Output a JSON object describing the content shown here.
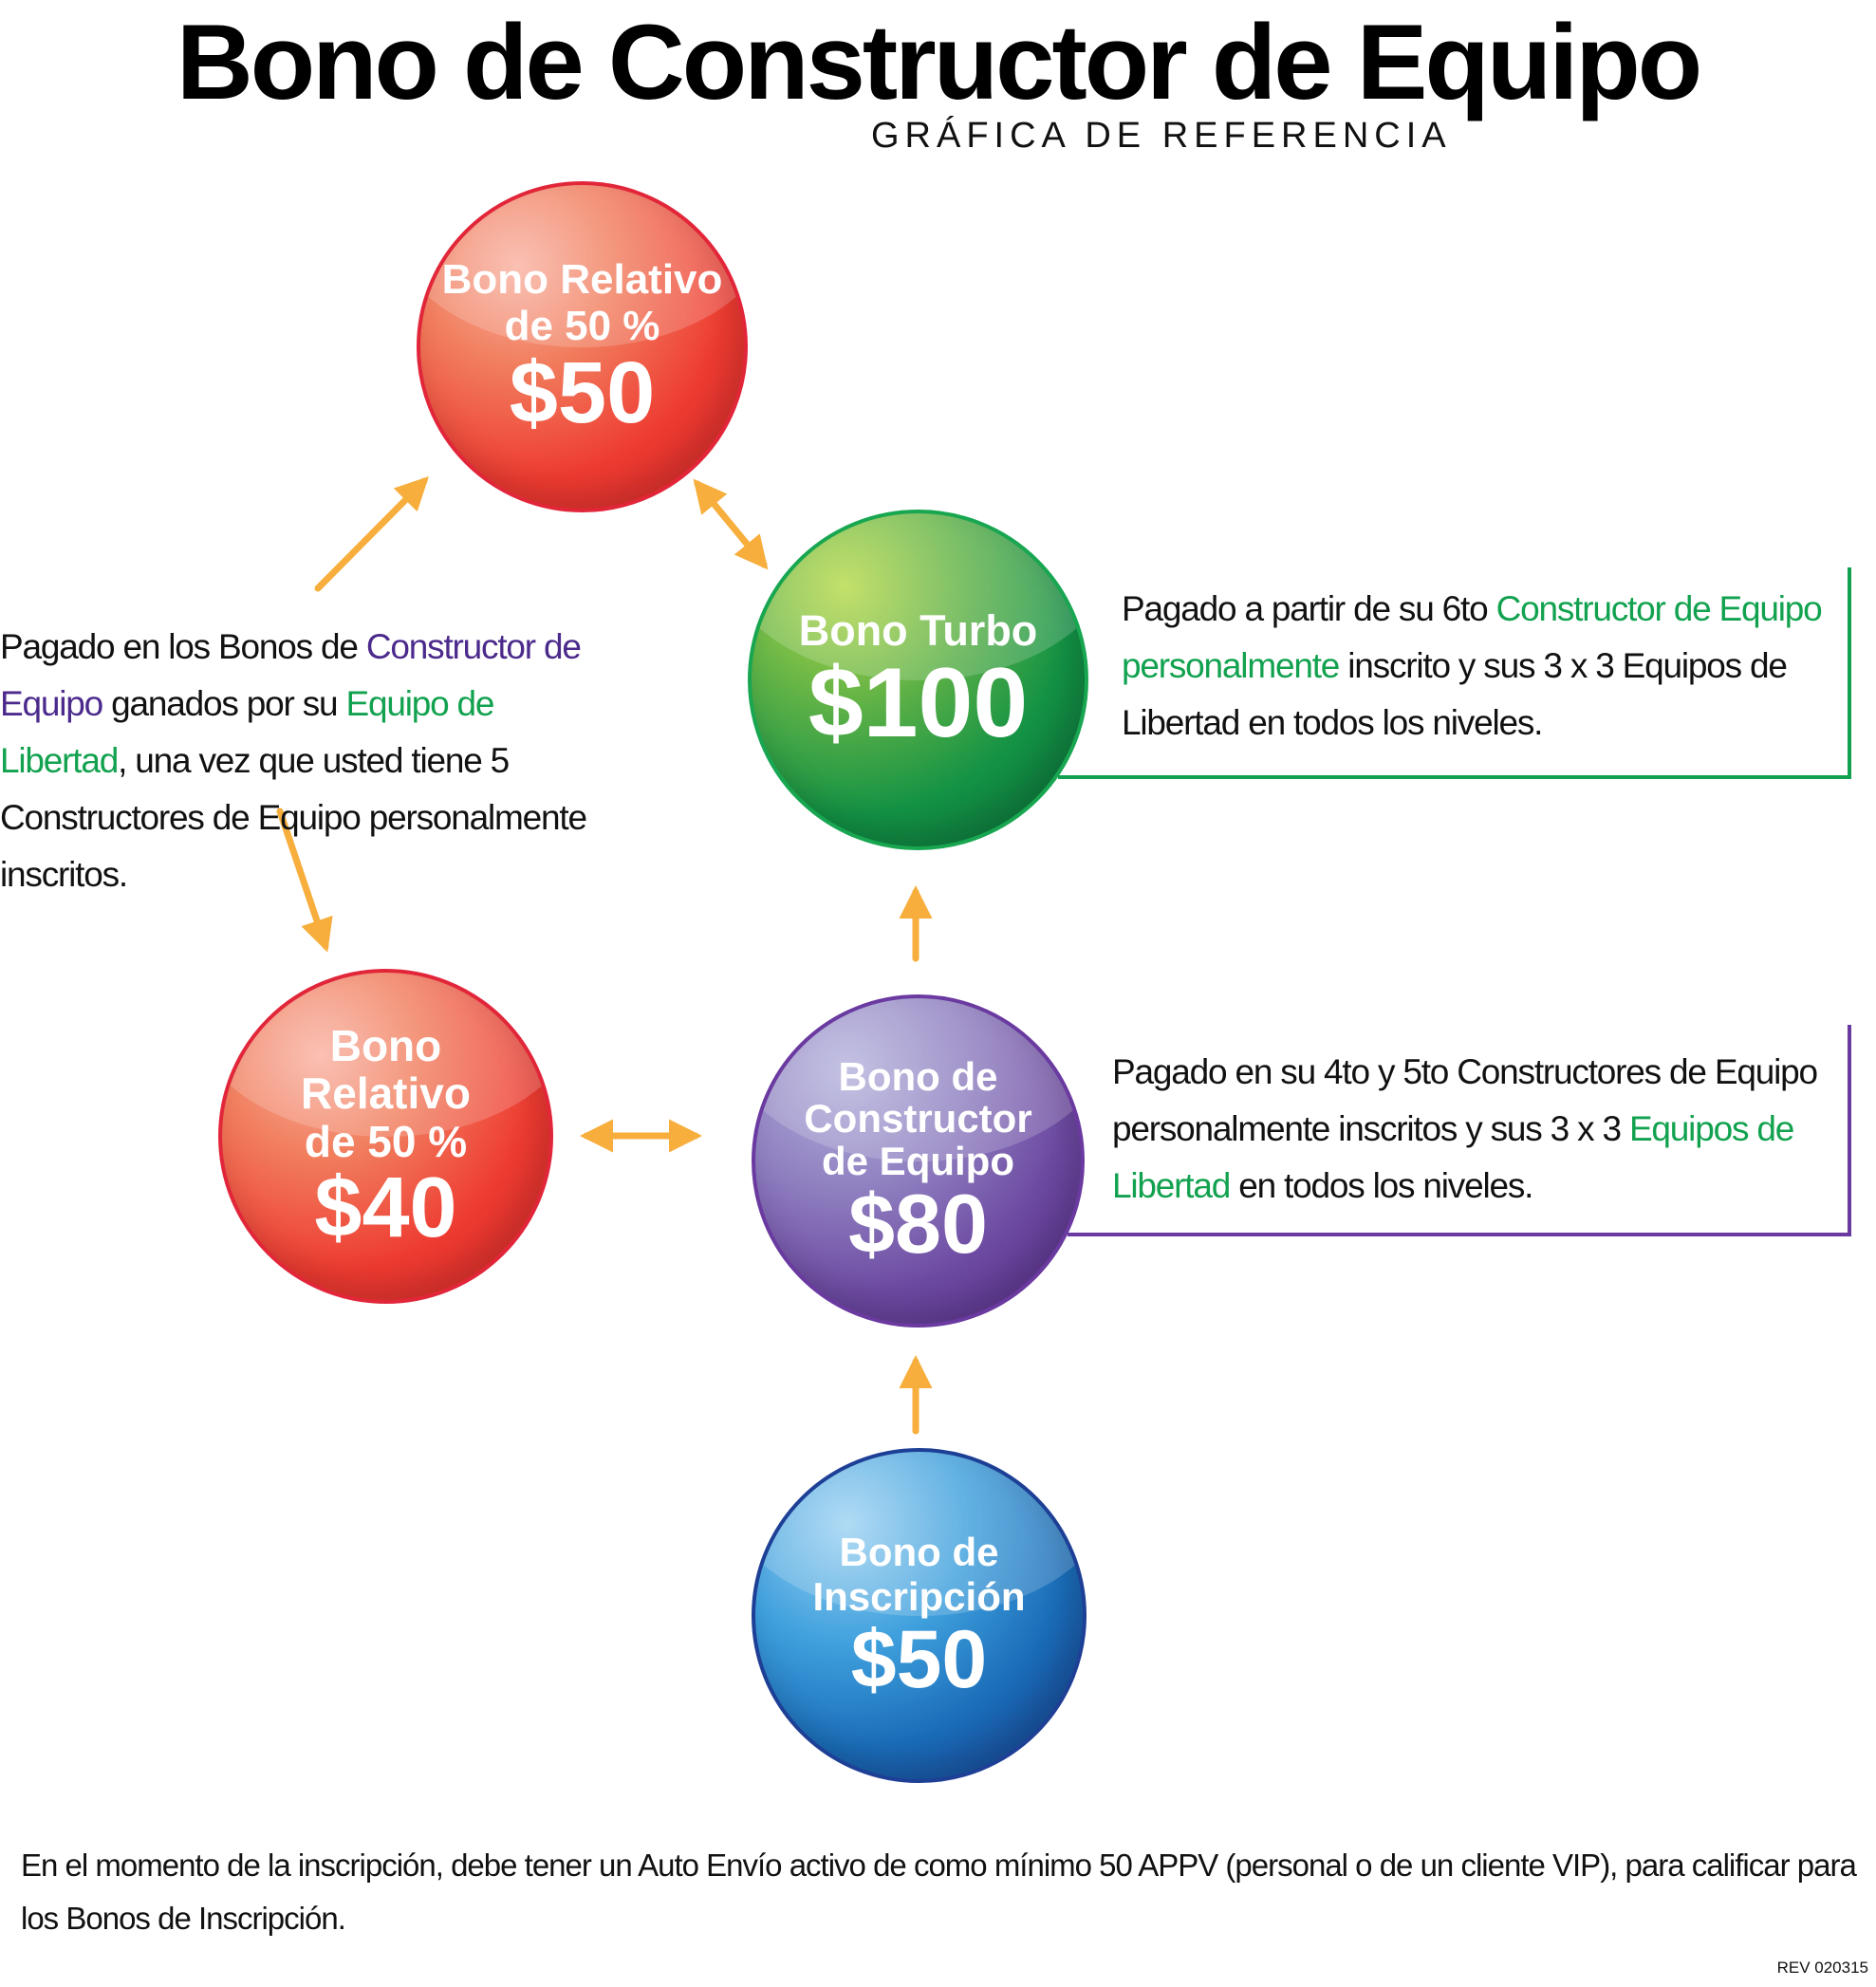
{
  "header": {
    "title": "Bono de Constructor de Equipo",
    "subtitle": "GRÁFICA DE REFERENCIA"
  },
  "bubbles": {
    "relativo_top": {
      "label": "Bono Relativo de 50 %",
      "amount": "$50"
    },
    "turbo": {
      "label": "Bono Turbo",
      "amount": "$100"
    },
    "relativo_left": {
      "label": "Bono Relativo de 50 %",
      "amount": "$40"
    },
    "constructor": {
      "label": "Bono de Constructor de Equipo",
      "amount": "$80"
    },
    "inscripcion": {
      "label": "Bono de Inscripción",
      "amount": "$50"
    }
  },
  "descriptions": {
    "left": {
      "p1": "Pagado en los Bonos de ",
      "h1": "Constructor de Equipo",
      "p2": " ganados por su ",
      "h2": "Equipo de Libertad",
      "p3": ", una vez que usted tiene 5 Constructores de Equipo personalmente inscritos."
    },
    "turbo": {
      "p1": "Pagado a partir de su 6to ",
      "h1": "Constructor de Equipo personalmente",
      "p2": " inscrito y sus 3 x 3 Equipos de Libertad en todos los niveles."
    },
    "constructor": {
      "p1": "Pagado en su 4to y 5to Constructores de Equipo personalmente inscritos y sus 3 x 3 ",
      "h1": "Equipos de Libertad",
      "p2": " en todos los niveles."
    }
  },
  "footer": {
    "note": "En el momento de la inscripción, debe tener un Auto Envío activo de como mínimo 50 APPV (personal o de un cliente VIP), para calificar para los Bonos de Inscripción.",
    "revision": "REV 020315"
  },
  "colors": {
    "arrow": "#f7ae3c",
    "green": "#12a24f",
    "purple": "#4b2a8c",
    "red": "#e2263a",
    "blue": "#1d3f95"
  }
}
